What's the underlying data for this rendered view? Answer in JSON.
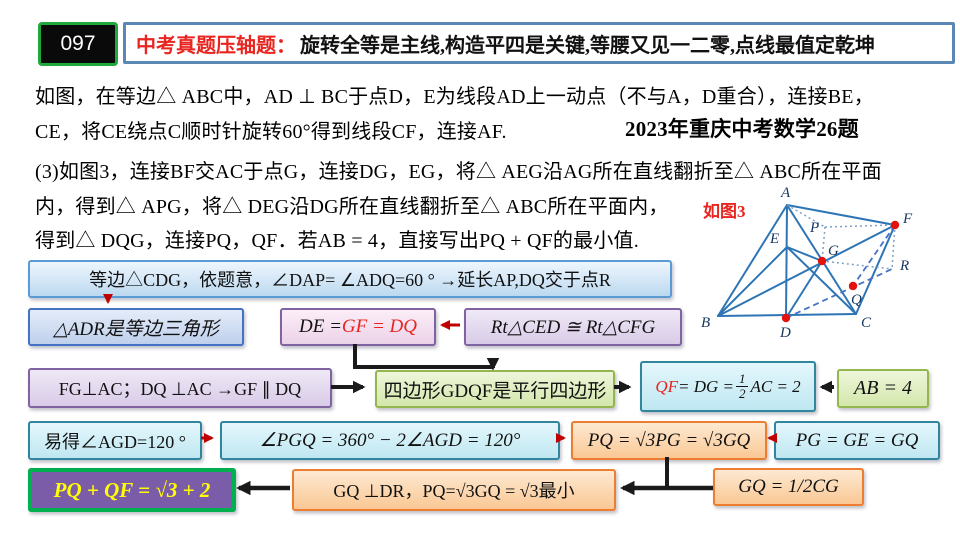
{
  "header": {
    "badge": "097",
    "title_prefix": "中考真题压轴题：",
    "title_rest": "旋转全等是主线,构造平四是关键,等腰又见一二零,点线最值定乾坤"
  },
  "problem": {
    "line1": "如图，在等边△ ABC中，AD ⊥ BC于点D，E为线段AD上一动点（不与A，D重合），连接BE，",
    "line2": "CE，将CE绕点C顺时针旋转60°得到线段CF，连接AF.",
    "source": "2023年重庆中考数学26题",
    "line3": "(3)如图3，连接BF交AC于点G，连接DG，EG，将△ AEG沿AG所在直线翻折至△ ABC所在平面",
    "line4": "内，得到△ APG，将△ DEG沿DG所在直线翻折至△ ABC所在平面内，",
    "line5": "得到△ DQG，连接PQ，QF．若AB = 4，直接写出PQ + QF的最小值."
  },
  "figure": {
    "caption": "如图3",
    "labels": {
      "A": "A",
      "B": "B",
      "C": "C",
      "D": "D",
      "E": "E",
      "F": "F",
      "G": "G",
      "P": "P",
      "Q": "Q",
      "R": "R"
    }
  },
  "flow": {
    "step1": "等边△CDG，依题意，∠DAP= ∠ADQ=60 ° →延长AP,DQ交于点R",
    "step2a": "△ADR是等边三角形",
    "step2b_black": "DE = ",
    "step2b_red": "GF = DQ",
    "step2c": "Rt△CED ≅ Rt△CFG",
    "step3a": "FG⊥AC；DQ ⊥AC →GF ∥ DQ",
    "step3b": "四边形GDQF是平行四边形",
    "step3c": {
      "red": "QF",
      "mid": " = DG = ",
      "num": "1",
      "den": "2",
      "tail": "AC = 2"
    },
    "step3d": "AB = 4",
    "step4a": "易得∠AGD=120 °",
    "step4b": "∠PGQ = 360° − 2∠AGD = 120°",
    "step4c": "PQ = √3PG = √3GQ",
    "step4d": "PG = GE = GQ",
    "step5a": "PQ + QF = √3 + 2",
    "step5b": "GQ ⊥DR，PQ=√3GQ = √3最小",
    "step5c": "GQ = 1/2CG"
  },
  "colors": {
    "badge_border": "#1fa83c",
    "badge_bg": "#0a0a0a",
    "title_border": "#5b87b5",
    "title_red": "#e8251f",
    "box_blue": "#5b9bd5",
    "box_purple": "#8064a2",
    "box_green": "#94b64e",
    "box_cyan": "#31859c",
    "box_orange": "#ed7d31",
    "final_bg": "#7b5ca8",
    "final_border": "#00b050",
    "final_text": "#ffff00",
    "diagram_line": "#2e75b6",
    "point_dot": "#e3120b",
    "arrow_red": "#c00000",
    "arrow_black": "#1a1a1a"
  }
}
